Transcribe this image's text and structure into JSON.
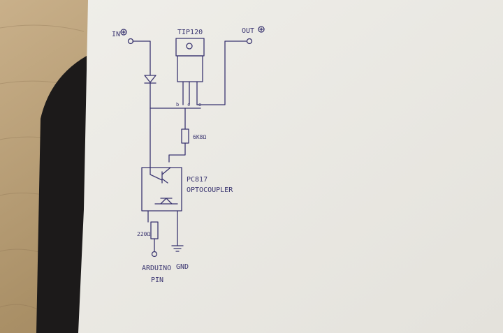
{
  "labels": {
    "in": "IN",
    "out": "OUT",
    "transistor": "TIP120",
    "resistor_base": "6K8Ω",
    "opto_part": "PC817",
    "opto_desc": "OPTOCOUPLER",
    "resistor_led": "220Ω",
    "arduino_line1": "ARDUINO",
    "arduino_line2": "PIN",
    "gnd": "GND",
    "pin_b": "b",
    "pin_c": "c",
    "pin_e": "e"
  },
  "colors": {
    "ink": "#3a3570",
    "paper": "#ecebe6",
    "desk": "#b89f77",
    "binder": "#1c1a1a"
  }
}
